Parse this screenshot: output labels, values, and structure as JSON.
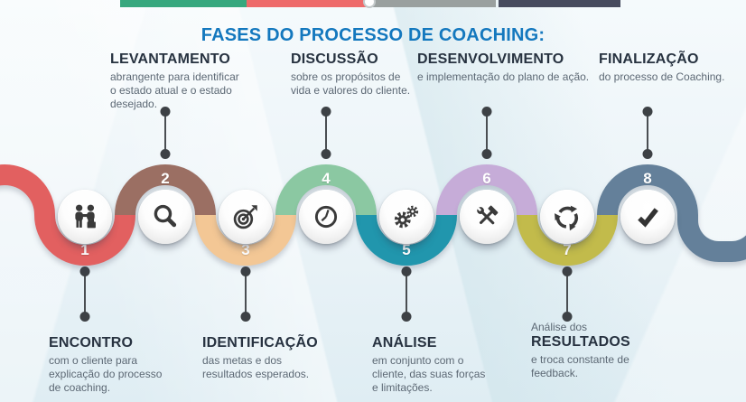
{
  "title": "FASES DO PROCESSO DE COACHING:",
  "title_color": "#1478be",
  "top_bar": {
    "segments": [
      {
        "name": "green",
        "color": "#37a87e"
      },
      {
        "name": "red",
        "color": "#ee6a6a"
      },
      {
        "name": "gray",
        "color": "#9aa09f"
      },
      {
        "name": "dark",
        "color": "#474b5e"
      }
    ]
  },
  "phases": [
    {
      "number": "1",
      "name": "ENCONTRO",
      "description": "com o cliente para\nexplicação do processo\nde coaching.",
      "color": "#e26060",
      "icon": "meeting-people-icon",
      "position": "bottom"
    },
    {
      "number": "2",
      "name": "LEVANTAMENTO",
      "description": "abrangente para identificar\no estado atual e o estado\ndesejado.",
      "color": "#9b6f63",
      "icon": "magnifier-icon",
      "position": "top"
    },
    {
      "number": "3",
      "name": "IDENTIFICAÇÃO",
      "description": "das metas e dos\nresultados esperados.",
      "color": "#f3c795",
      "icon": "target-dart-icon",
      "position": "bottom"
    },
    {
      "number": "4",
      "name": "DISCUSSÃO",
      "description": "sobre os propósitos de\nvida e valores do cliente.",
      "color": "#8bc8a2",
      "icon": "clock-icon",
      "position": "top"
    },
    {
      "number": "5",
      "name": "ANÁLISE",
      "description": "em conjunto com o\ncliente, das suas forças\ne limitações.",
      "color": "#2196ad",
      "icon": "gears-icon",
      "position": "bottom"
    },
    {
      "number": "6",
      "name": "DESENVOLVIMENTO",
      "description": "e implementação do plano de ação.",
      "color": "#c6acd8",
      "icon": "hammer-wrench-icon",
      "position": "top"
    },
    {
      "number": "7",
      "name": "RESULTADOS",
      "pretitle": "Análise dos",
      "description": "e troca constante de\nfeedback.",
      "color": "#c2bb4b",
      "icon": "recycle-arrows-icon",
      "position": "bottom"
    },
    {
      "number": "8",
      "name": "FINALIZAÇÃO",
      "description": "do processo de Coaching.",
      "color": "#64809a",
      "icon": "checkmark-icon",
      "position": "top"
    }
  ]
}
